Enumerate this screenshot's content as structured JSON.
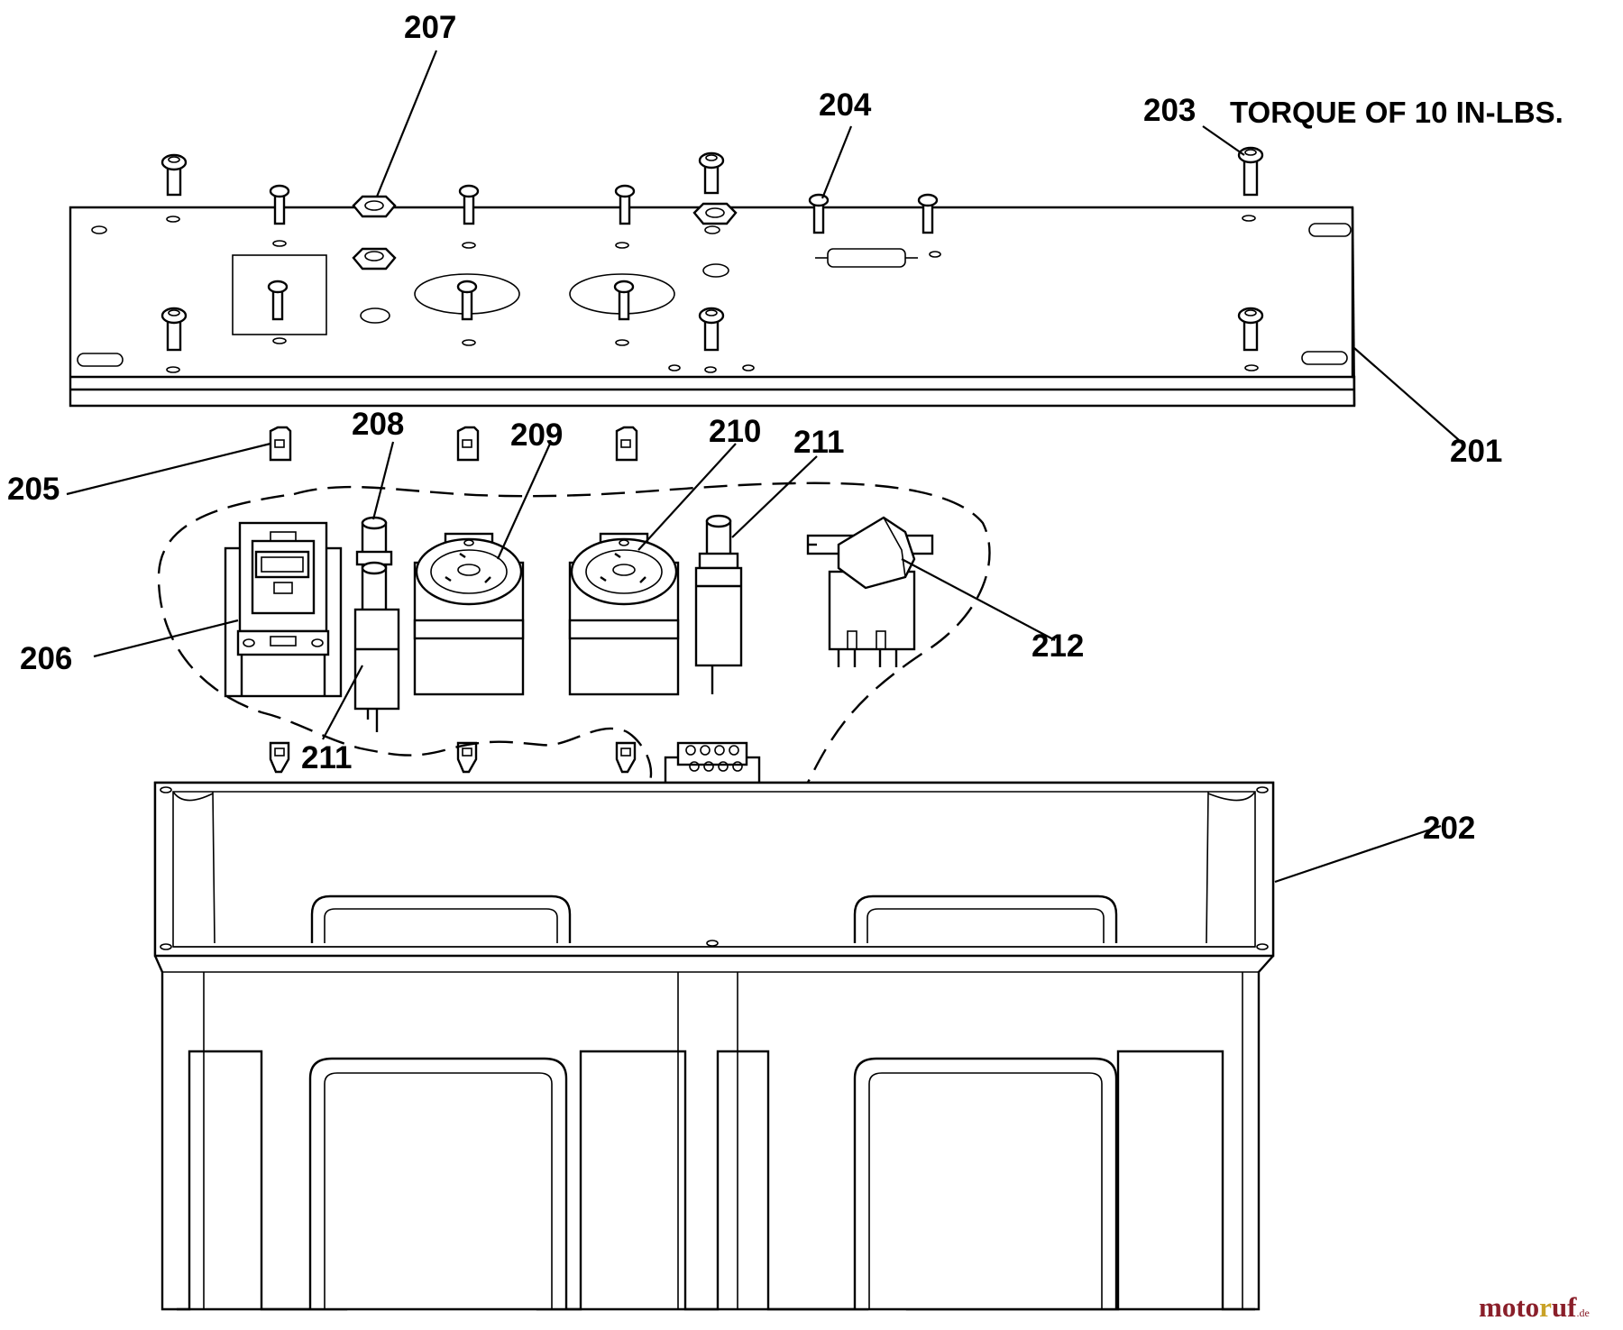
{
  "diagram": {
    "note": "TORQUE OF 10 IN-LBS.",
    "callouts": {
      "c201": "201",
      "c202": "202",
      "c203": "203",
      "c204": "204",
      "c205": "205",
      "c206": "206",
      "c207": "207",
      "c208": "208",
      "c209": "209",
      "c210": "210",
      "c211a": "211",
      "c211b": "211",
      "c212": "212"
    }
  },
  "watermark": {
    "brand": "motoruf",
    "suffix": ".de",
    "colors": {
      "brand": "#8a1f2a",
      "accent": "#c9a227"
    }
  }
}
